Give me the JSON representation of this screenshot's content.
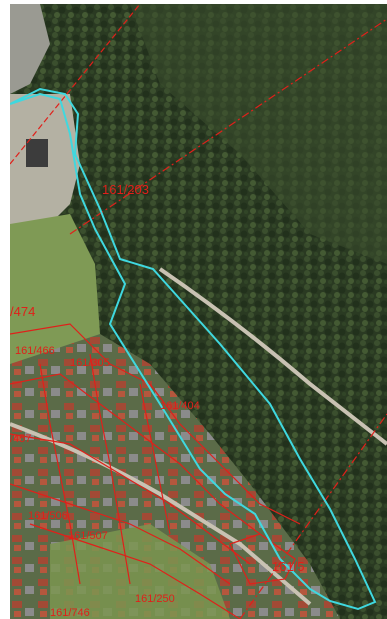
{
  "map": {
    "colors": {
      "forest_dark": "#1f2d1a",
      "forest_mid": "#33442a",
      "meadow": "#7f9a55",
      "road": "#c9c2b3",
      "boundary": "#3fd8df",
      "parcel_lines": "#e0201a"
    },
    "parcel_labels": [
      "161/203",
      "/474",
      "161/466",
      "161/305",
      "/457",
      "161/404",
      "161/506",
      "161/507",
      "161/250",
      "161/746",
      "161/5"
    ]
  }
}
